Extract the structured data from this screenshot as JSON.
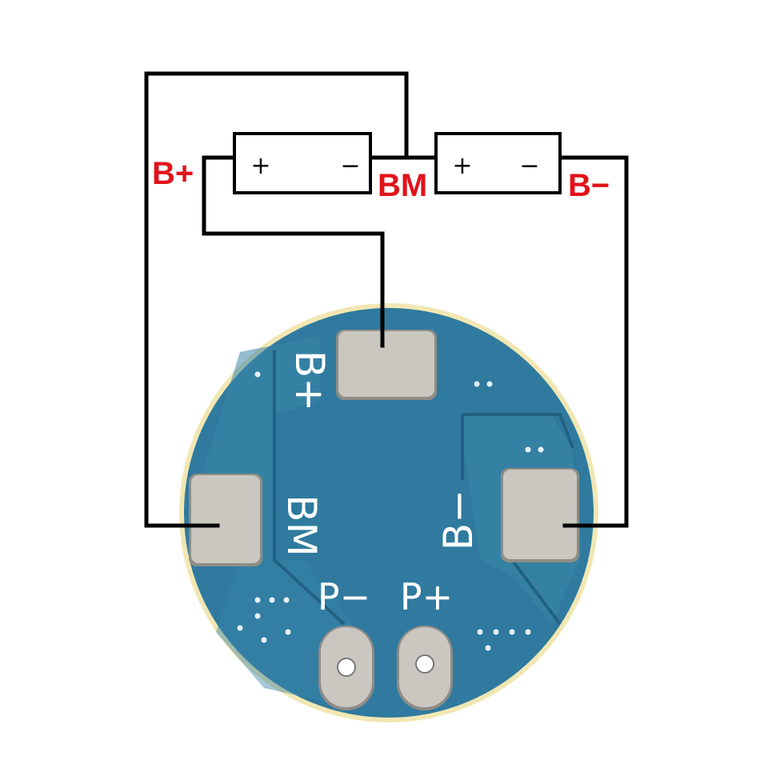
{
  "colors": {
    "board": "#2f7a9e",
    "board_dark": "#226183",
    "board_trace": "#3a86aa",
    "board_edge": "#f1e7b3",
    "label_red": "#e0131a",
    "wire": "#000000",
    "pad": "#c9c7bf",
    "pad_shadow": "#8f8d86",
    "silk": "#ffffff"
  },
  "wire_labels": {
    "b_plus": "B+",
    "bm": "BM",
    "b_minus": "B−"
  },
  "cells": [
    {
      "plus": "+",
      "minus": "−"
    },
    {
      "plus": "+",
      "minus": "−"
    }
  ],
  "board": {
    "silk_b_plus": "B+",
    "silk_bm": "BM",
    "silk_b_minus": "B−",
    "silk_p_minus": "P−",
    "silk_p_plus": "P+"
  }
}
